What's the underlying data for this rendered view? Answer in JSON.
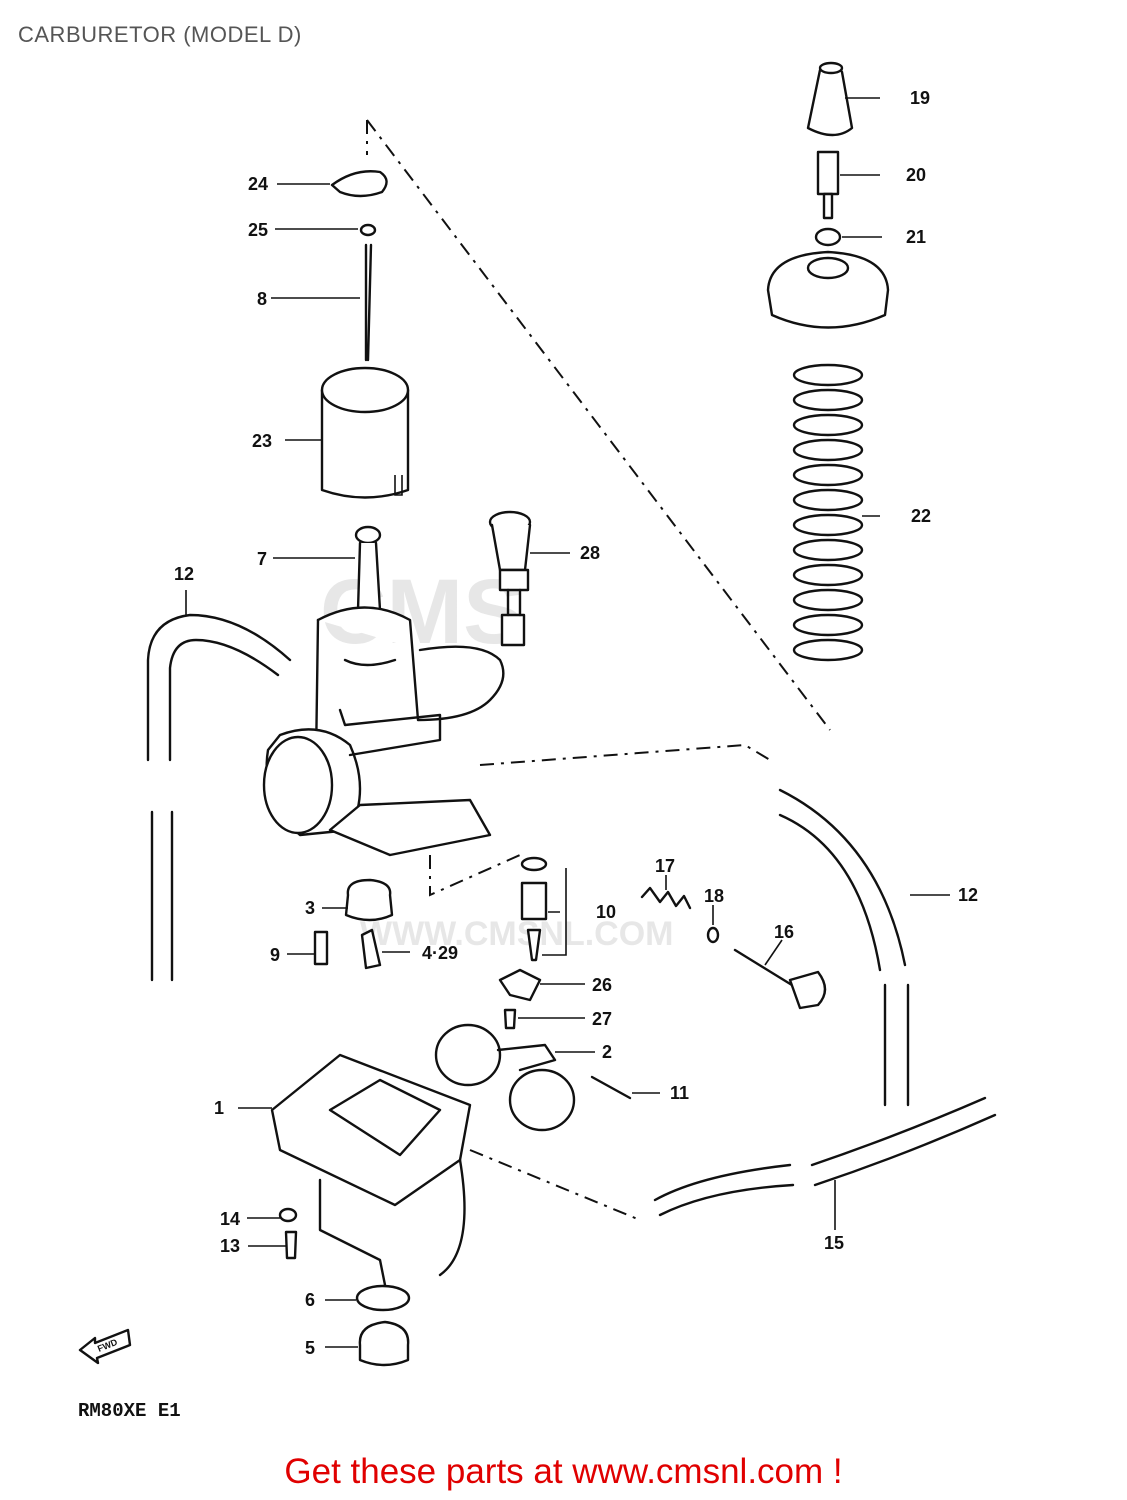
{
  "title": "CARBURETOR (MODEL D)",
  "watermark": {
    "logo_text": "CMS",
    "url_text": "WWW.CMSNL.COM"
  },
  "callouts": {
    "c1": "1",
    "c2": "2",
    "c3": "3",
    "c4": "4·29",
    "c5": "5",
    "c6": "6",
    "c7": "7",
    "c8": "8",
    "c9": "9",
    "c10": "10",
    "c11": "11",
    "c12a": "12",
    "c12b": "12",
    "c13": "13",
    "c14": "14",
    "c15": "15",
    "c16": "16",
    "c17": "17",
    "c18": "18",
    "c19": "19",
    "c20": "20",
    "c21": "21",
    "c22": "22",
    "c23": "23",
    "c24": "24",
    "c25": "25",
    "c26": "26",
    "c27": "27",
    "c28": "28"
  },
  "fwd_label": "FWD",
  "model_code": "RM80XE E1",
  "footer": "Get these parts at www.cmsnl.com !",
  "colors": {
    "footer": "#e00000",
    "title": "#555555",
    "lines": "#111111"
  }
}
